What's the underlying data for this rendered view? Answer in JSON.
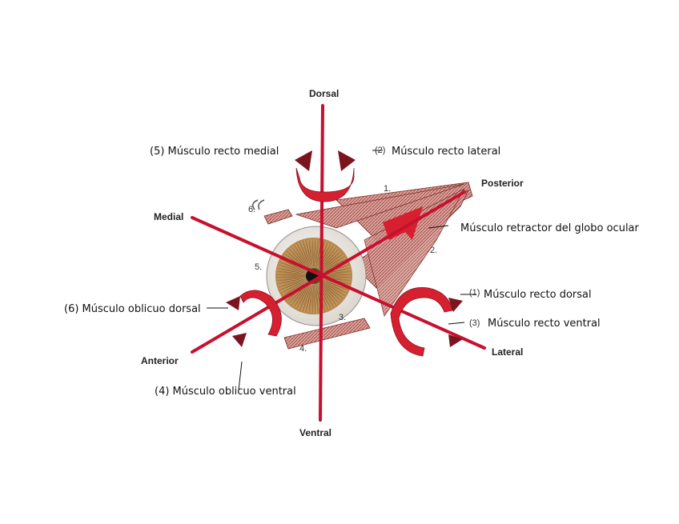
{
  "axes": {
    "dorsal": "Dorsal",
    "ventral": "Ventral",
    "medial": "Medial",
    "lateral": "Lateral",
    "anterior": "Anterior",
    "posterior": "Posterior"
  },
  "labels": {
    "recto_medial": "(5) Músculo recto medial",
    "recto_lateral_num": "(2)",
    "recto_lateral": "Músculo recto lateral",
    "retractor": "Músculo retractor del globo ocular",
    "recto_dorsal_num": "(1)",
    "recto_dorsal": "Músculo recto dorsal",
    "recto_ventral_num": "(3)",
    "recto_ventral": "Músculo recto ventral",
    "oblicuo_dorsal": "(6) Músculo oblicuo dorsal",
    "oblicuo_ventral": "(4) Músculo oblicuo ventral"
  },
  "numbers": {
    "n1": "1.",
    "n2": "2.",
    "n3": "3.",
    "n4": "4.",
    "n5": "5.",
    "n6": "6."
  },
  "colors": {
    "axis": "#c8102e",
    "arrow": "#d62030",
    "muscle": "#c9857f",
    "iris": "#a0723a",
    "sclera": "#f1ede6"
  }
}
